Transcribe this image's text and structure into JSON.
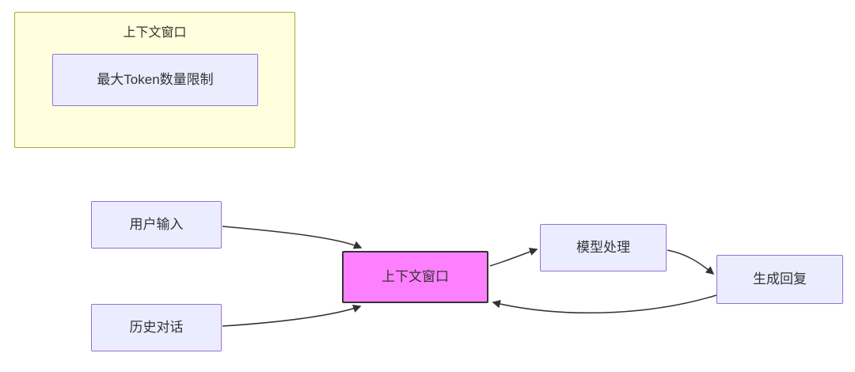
{
  "diagram": {
    "subgraph": {
      "title": "上下文窗口",
      "child_label": "最大Token数量限制"
    },
    "nodes": {
      "user_input": "用户输入",
      "history_dialog": "历史对话",
      "context_window": "上下文窗口",
      "model_processing": "模型处理",
      "generate_reply": "生成回复"
    },
    "edges": [
      {
        "from": "user_input",
        "to": "context_window"
      },
      {
        "from": "history_dialog",
        "to": "context_window"
      },
      {
        "from": "context_window",
        "to": "model_processing"
      },
      {
        "from": "model_processing",
        "to": "generate_reply"
      },
      {
        "from": "generate_reply",
        "to": "context_window"
      }
    ],
    "colors": {
      "node_fill": "#ECECFF",
      "node_border": "#9370DB",
      "highlight_fill": "#ff80ff",
      "highlight_border": "#333333",
      "cluster_fill": "#ffffde",
      "cluster_border": "#aaaa33",
      "edge_color": "#333333",
      "text_color": "#333333"
    }
  }
}
